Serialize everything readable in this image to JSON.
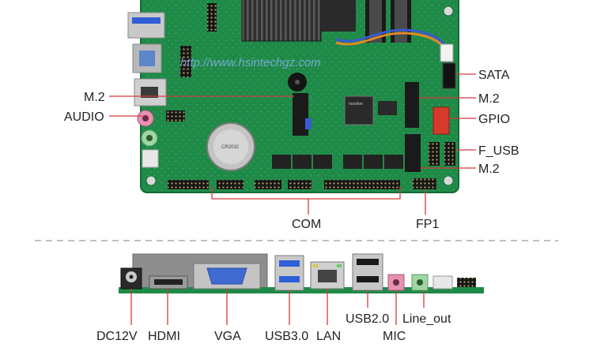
{
  "watermark": "http://www.hsintechgz.com",
  "chip_marking": "nuvoton",
  "battery_marking": "CR2032",
  "top_labels": {
    "sata": "SATA",
    "m2_left": "M.2",
    "audio": "AUDIO",
    "m2_right_top": "M.2",
    "gpio": "GPIO",
    "f_usb": "F_USB",
    "m2_right_bottom": "M.2",
    "com": "COM",
    "fp1": "FP1"
  },
  "io_labels": {
    "dc12v": "DC12V",
    "hdmi": "HDMI",
    "vga": "VGA",
    "usb30": "USB3.0",
    "lan": "LAN",
    "usb20": "USB2.0",
    "line_out": "Line_out",
    "mic": "MIC"
  },
  "colors": {
    "pcb": "#1f8a48",
    "pcb_dark": "#166b37",
    "leader": "#d23b3b",
    "divider": "#9a9a9a",
    "usb3_blue": "#2f5fd6",
    "mic_pink": "#e592b0",
    "line_green": "#9fd6a4",
    "gpio_red": "#d63a2a"
  }
}
